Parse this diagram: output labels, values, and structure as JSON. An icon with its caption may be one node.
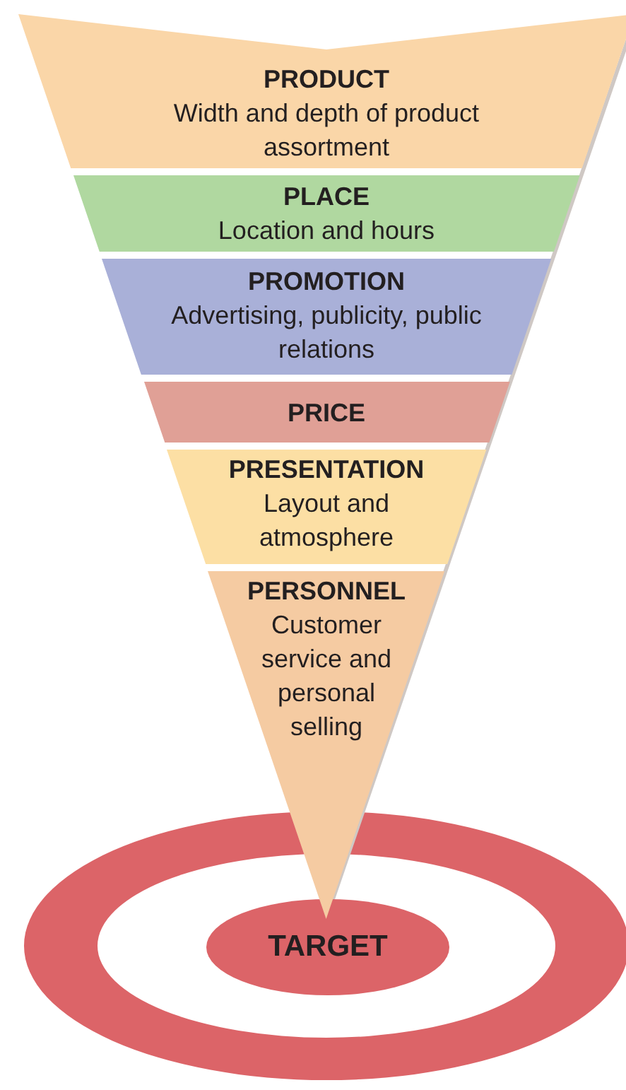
{
  "diagram": {
    "nodes": [
      {
        "text": [
          "PRODUCT",
          "Width and depth of product assortment"
        ]
      },
      {
        "text": [
          "PLACE",
          "Location and hours"
        ]
      },
      {
        "text": [
          "PROMOTION",
          "Advertising, publicity, public relations"
        ]
      },
      {
        "text": [
          "PRICE"
        ]
      },
      {
        "text": [
          "PRESENTATION",
          "Layout and atmosphere"
        ]
      },
      {
        "text": [
          "PERSONNEL",
          "Customer service and personal selling"
        ]
      },
      {
        "text": [
          "TARGET"
        ]
      }
    ]
  }
}
